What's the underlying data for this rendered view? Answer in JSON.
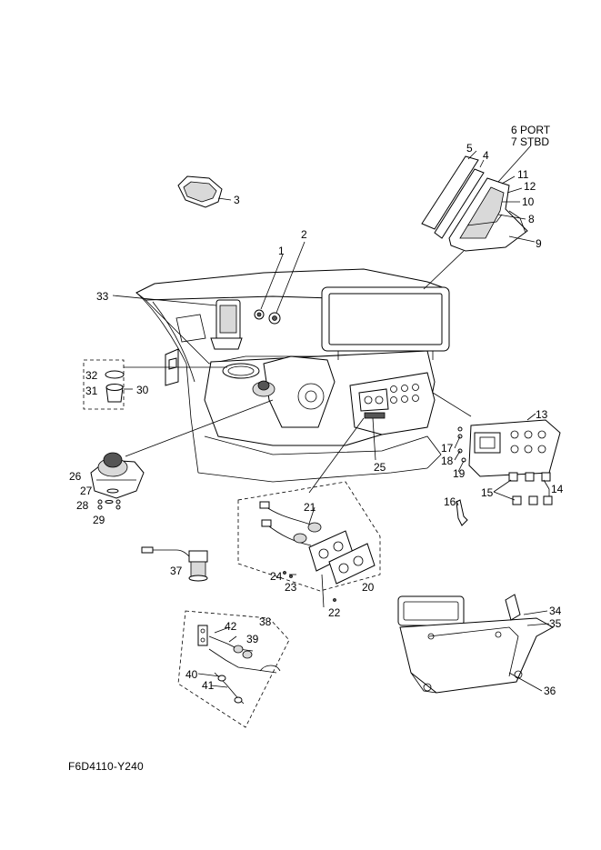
{
  "diagram": {
    "doc_code": "F6D4110-Y240",
    "side_labels": {
      "port": "6 PORT",
      "stbd": "7 STBD"
    },
    "callouts": {
      "c1": "1",
      "c2": "2",
      "c3": "3",
      "c4": "4",
      "c5": "5",
      "c8": "8",
      "c9": "9",
      "c10": "10",
      "c11": "11",
      "c12": "12",
      "c13": "13",
      "c14": "14",
      "c15": "15",
      "c16": "16",
      "c17": "17",
      "c18": "18",
      "c19": "19",
      "c20": "20",
      "c21": "21",
      "c22": "22",
      "c23": "23",
      "c24": "24",
      "c25": "25",
      "c26": "26",
      "c27": "27",
      "c28": "28",
      "c29": "29",
      "c30": "30",
      "c31": "31",
      "c32": "32",
      "c33": "33",
      "c34": "34",
      "c35": "35",
      "c36": "36",
      "c37": "37",
      "c38": "38",
      "c39": "39",
      "c40": "40",
      "c41": "41",
      "c42": "42"
    }
  }
}
